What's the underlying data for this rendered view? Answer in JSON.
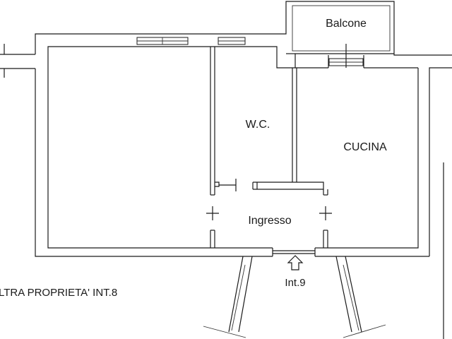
{
  "rooms": {
    "balcony": "Balcone",
    "wc": "W.C.",
    "kitchen": "CUCINA",
    "entrance": "Ingresso"
  },
  "neighbor_note": "LTRA PROPRIETA' INT.8",
  "unit_label": "Int.9",
  "colors": {
    "line": "#1a1a1a",
    "background": "#ffffff"
  },
  "icons": {
    "entry": "entry-arrow-icon"
  }
}
